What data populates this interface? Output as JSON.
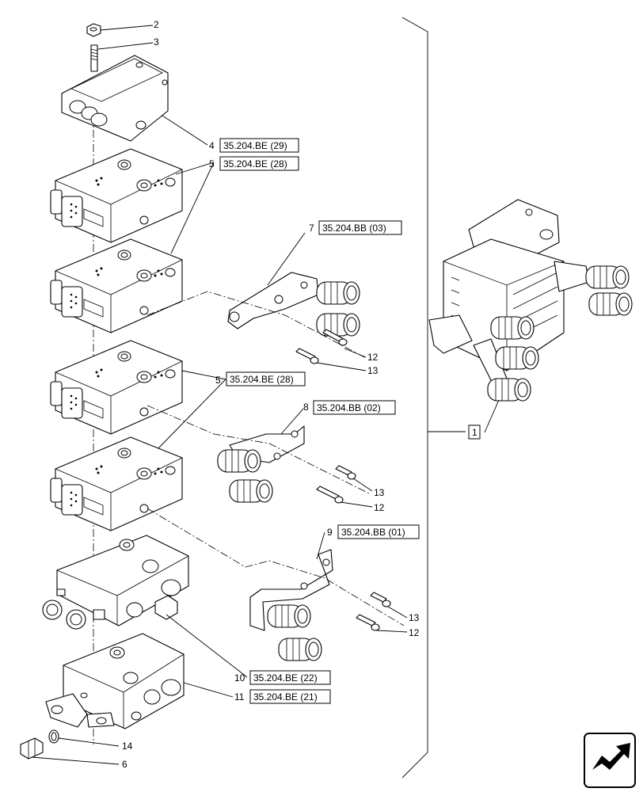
{
  "callouts": [
    {
      "num": "2",
      "ref": ""
    },
    {
      "num": "3",
      "ref": ""
    },
    {
      "num": "4",
      "ref": "35.204.BE (29)"
    },
    {
      "num": "5",
      "ref": "35.204.BE (28)"
    },
    {
      "num": "7",
      "ref": "35.204.BB (03)"
    },
    {
      "num": "12",
      "ref": ""
    },
    {
      "num": "13",
      "ref": ""
    },
    {
      "num": "5",
      "ref": "35.204.BE (28)"
    },
    {
      "num": "8",
      "ref": "35.204.BB (02)"
    },
    {
      "num": "13",
      "ref": ""
    },
    {
      "num": "12",
      "ref": ""
    },
    {
      "num": "9",
      "ref": "35.204.BB (01)"
    },
    {
      "num": "13",
      "ref": ""
    },
    {
      "num": "12",
      "ref": ""
    },
    {
      "num": "10",
      "ref": "35.204.BE (22)"
    },
    {
      "num": "11",
      "ref": "35.204.BE (21)"
    },
    {
      "num": "14",
      "ref": ""
    },
    {
      "num": "6",
      "ref": ""
    },
    {
      "num": "1",
      "ref": ""
    }
  ],
  "icons": {
    "nav": "next-page-arrow-icon"
  }
}
